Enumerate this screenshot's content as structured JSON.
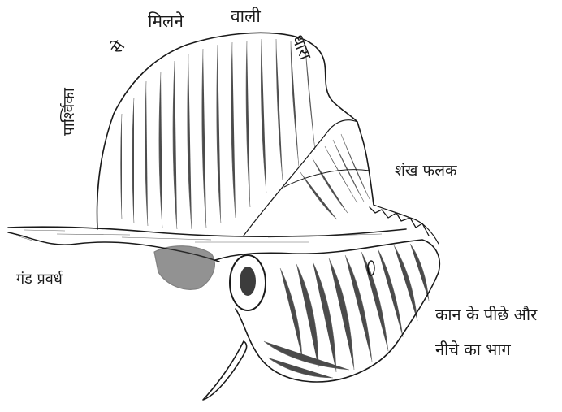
{
  "figure": {
    "labels": {
      "parietal_border": {
        "word_1": "पार्श्विका",
        "word_2": "से",
        "word_3": "मिलने",
        "word_4": "वाली",
        "word_5": "धारा"
      },
      "squamous_plate": "शंख फलक",
      "zygomatic_process": "गंड प्रवर्ध",
      "mastoid_part": {
        "line_1": "कान के पीछे और",
        "line_2": "नीचे का भाग"
      }
    }
  }
}
